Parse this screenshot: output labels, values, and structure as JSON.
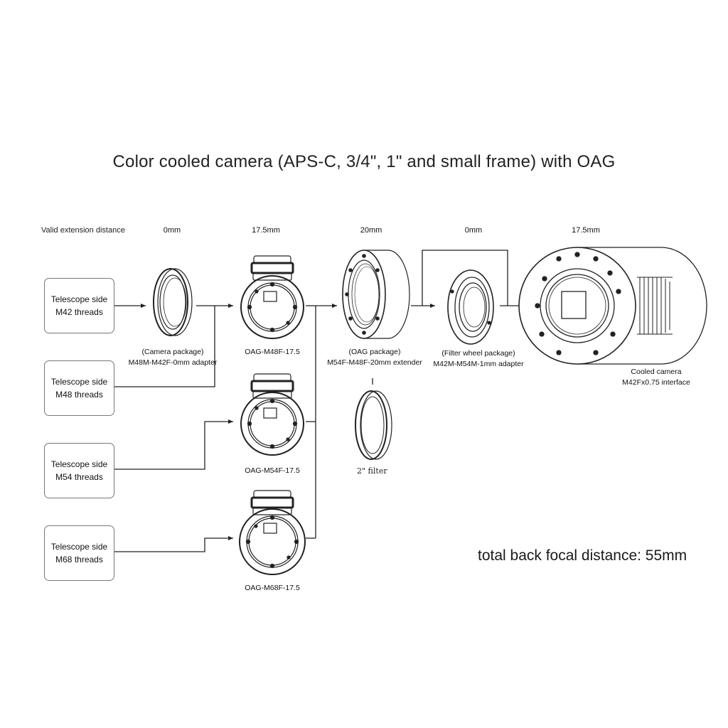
{
  "title": "Color cooled camera (APS-C, 3/4\", 1\" and small frame) with OAG",
  "header_label": "Valid extension distance",
  "distances": [
    "0mm",
    "17.5mm",
    "20mm",
    "0mm",
    "17.5mm"
  ],
  "telescope_sides": [
    {
      "line1": "Telescope side",
      "line2": "M42 threads"
    },
    {
      "line1": "Telescope side",
      "line2": "M48 threads"
    },
    {
      "line1": "Telescope side",
      "line2": "M54 threads"
    },
    {
      "line1": "Telescope side",
      "line2": "M68 threads"
    }
  ],
  "adapter_caption": {
    "line1": "(Camera package)",
    "line2": "M48M-M42F-0mm adapter"
  },
  "oag_captions": [
    "OAG-M48F-17.5",
    "OAG-M54F-17.5",
    "OAG-M68F-17.5"
  ],
  "extender_caption": {
    "line1": "(OAG package)",
    "line2": "M54F-M48F-20mm extender"
  },
  "filterwheel_caption": {
    "line1": "(Filter wheel package)",
    "line2": "M42M-M54M-1mm adapter"
  },
  "camera_caption": {
    "line1": "Cooled camera",
    "line2": "M42Fx0.75 interface"
  },
  "filter_caption": "2\" filter",
  "total": "total back focal distance: 55mm",
  "colors": {
    "line": "#222222",
    "box_border": "#777777",
    "background": "#ffffff"
  }
}
